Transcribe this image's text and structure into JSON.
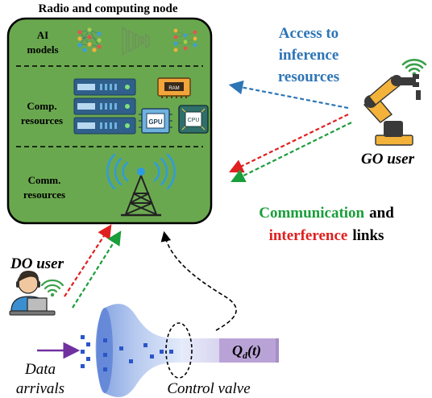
{
  "node": {
    "title": "Radio and computing node",
    "ai_line1": "AI",
    "ai_line2": "models",
    "comp_line1": "Comp.",
    "comp_line2": "resources",
    "comm_line1": "Comm.",
    "comm_line2": "resources",
    "ram_label": "RAM",
    "gpu_label": "GPU",
    "cpu_label": "CPU"
  },
  "access": {
    "line1": "Access to",
    "line2": "inference",
    "line3": "resources"
  },
  "go_user": "GO user",
  "do_user": "DO user",
  "links": {
    "communication": "Communication",
    "and": "and",
    "interference": "interference",
    "links": "links"
  },
  "queue_label": "Q_d(t)",
  "data_arrivals_line1": "Data",
  "data_arrivals_line2": "arrivals",
  "control_valve": "Control valve",
  "colors": {
    "node_fill": "#6aa84f",
    "access_blue": "#2e75b6",
    "comm_green": "#1a9e3a",
    "interf_red": "#e02020",
    "arrival_purple": "#7030a0",
    "funnel_blue": "#9fb8e6",
    "queue_purple": "#b9a3d6"
  }
}
